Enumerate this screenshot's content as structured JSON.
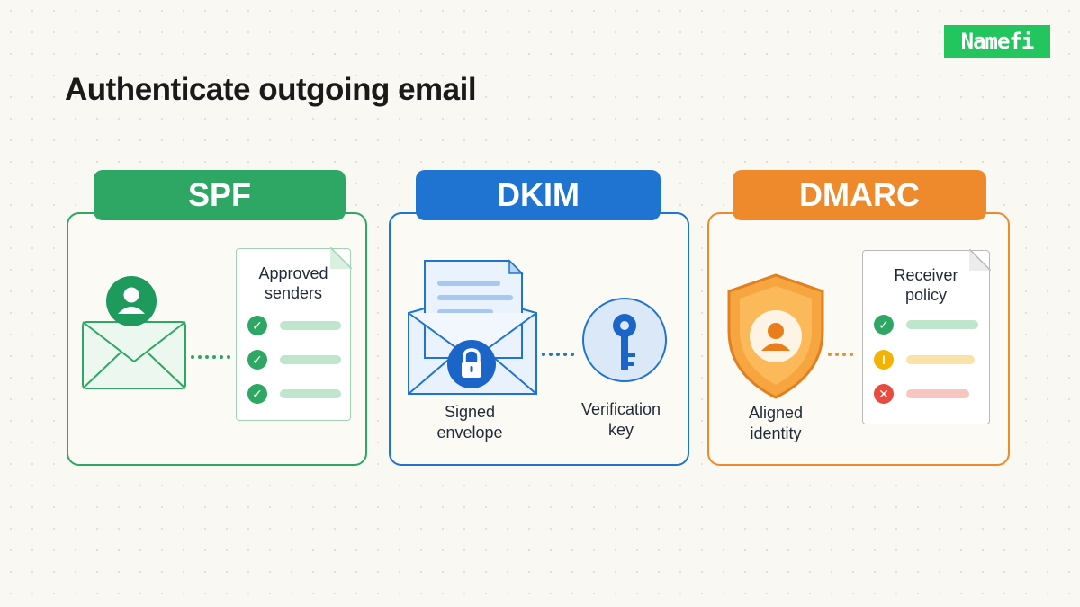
{
  "brand": {
    "text": "Namefi",
    "color": "#22c55e"
  },
  "title": "Authenticate outgoing email",
  "panels": {
    "spf": {
      "heading": "SPF",
      "color": "#2ea764",
      "doc_title_line1": "Approved",
      "doc_title_line2": "senders",
      "icons": [
        "envelope-icon",
        "user-icon",
        "check-icon"
      ]
    },
    "dkim": {
      "heading": "DKIM",
      "color": "#1f74d2",
      "envelope_label_line1": "Signed",
      "envelope_label_line2": "envelope",
      "key_label_line1": "Verification",
      "key_label_line2": "key",
      "icons": [
        "signed-envelope-icon",
        "lock-icon",
        "key-icon"
      ]
    },
    "dmarc": {
      "heading": "DMARC",
      "color": "#ee8a2b",
      "shield_label_line1": "Aligned",
      "shield_label_line2": "identity",
      "doc_title_line1": "Receiver",
      "doc_title_line2": "policy",
      "icons": [
        "shield-icon",
        "user-icon",
        "check-icon",
        "warning-icon",
        "cross-icon"
      ]
    }
  }
}
